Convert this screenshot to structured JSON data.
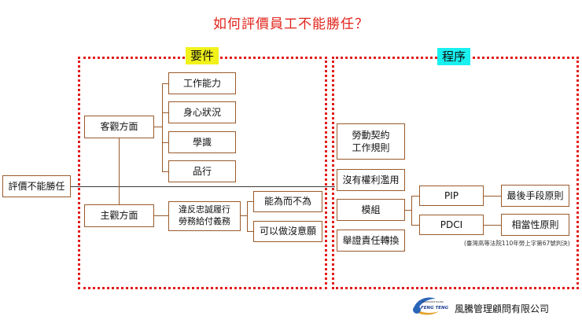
{
  "title": "如何評價員工不能勝任？",
  "sections": {
    "requirements_label": "要件",
    "procedure_label": "程序",
    "requirements_tag_color": "#f2f21a",
    "procedure_tag_color": "#19f0f0"
  },
  "root": "評價不能勝任",
  "objective": {
    "label": "客觀方面",
    "items": [
      "工作能力",
      "身心狀況",
      "學識",
      "品行"
    ]
  },
  "subjective": {
    "label": "主觀方面",
    "breach": "違反忠誠履行勞務給付義務",
    "outcomes": [
      "能為而不為",
      "可以做沒意願"
    ]
  },
  "procedure": {
    "contract": [
      "勞動契約",
      "工作規則"
    ],
    "no_abuse": "沒有權利濫用",
    "model": "模組",
    "pip": "PIP",
    "pdci": "PDCI",
    "last_resort": "最後手段原則",
    "proportionality": "相當性原則",
    "burden": "舉證責任轉換",
    "citation": "(臺灣高等法院110年勞上字第67號判決)"
  },
  "company": {
    "logo_top": "VENGEANCE RISING",
    "logo_name": "FENG TENG",
    "name": "風騰管理顧問有限公司"
  }
}
